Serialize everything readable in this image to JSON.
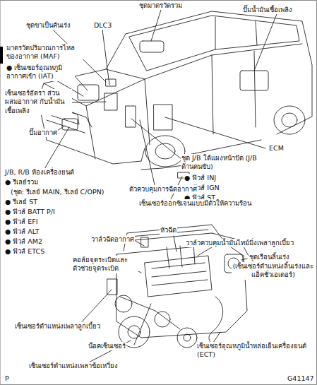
{
  "diagram": {
    "labels": [
      "ชุดมาตรวัดรวม",
      "ปั๊มน้ำมันเชื้อเพลิง",
      "ชุดขาเป็นคันเร่ง",
      "DLC3",
      "มาตรวัดปริมาณการไหล ของอากาศ (MAF)",
      "● เซ็นเซอร์อุณหภูมิ อากาศเข้า (IAT)",
      "เซ็นเซอร์อัตรา ส่วนผสมอากาศ กับน้ำมันเชื้อเพลิง",
      "ปั๊มอากาศ",
      "ECM",
      "ชุด J/B ใต้แผงหน้าปัด (J/B ด้านคนขับ)",
      "● ฟิวส์ INJ",
      "● ฟิวส์ IGN",
      "● ฟิวส์ ST",
      "J/B, R/B ห้องเครื่องยนต์",
      "● รีเลย์รวม",
      "(ชุด: รีเลย์ MAIN, รีเลย์ C/OPN)",
      "● รีเลย์ ST",
      "● ฟิวส์ BATT P/I",
      "● ฟิวส์ EFI",
      "● ฟิวส์ ALT",
      "● ฟิวส์ AM2",
      "● ฟิวส์ ETCS",
      "ตัวควบคุมการฉีดอากาศ",
      "เซ็นเซอร์ออกซิเจนแบบมีตัวให้ความร้อน",
      "วาล์วฉีดอากาศ",
      "หัวฉีด",
      "วาล์วควบคุมน้ำมันไทม์มิ่งเพลาลูกเบี้ยว",
      "ชุดเรือนลิ้นเร่ง",
      "(เซ็นเซอร์ตำแหน่งลิ้นเร่งและ แอ็คชั่วเอเตอร์)",
      "คอล์ยจุดระเบิดและ ตัวช่วยจุดระเบิด",
      "เซ็นเซอร์ตำแหน่งเพลาลูกเบี้ยว",
      "น็อคเซ็นเซอร์",
      "เซ็นเซอร์อุณหภูมิน้ำหล่อเย็นเครื่องยนต์ (ECT)",
      "เซ็นเซอร์ตำแหน่งเพลาข้อเหวี่ยง",
      "P",
      "G41147"
    ]
  }
}
